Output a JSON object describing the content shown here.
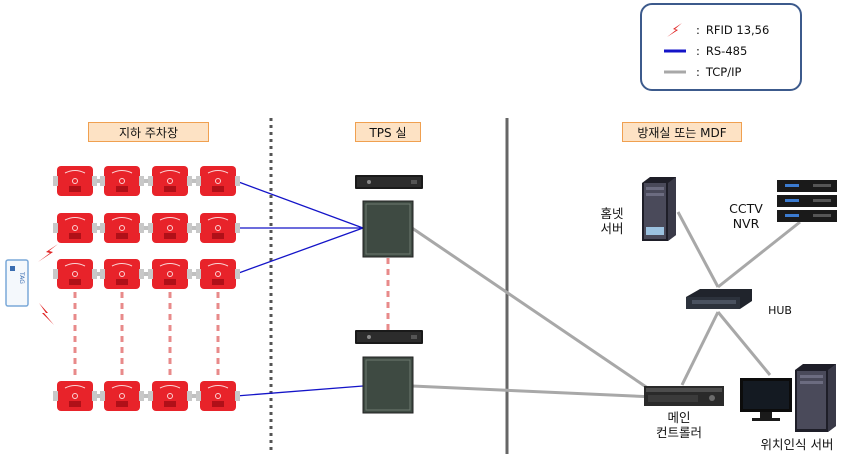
{
  "legend": {
    "rfid": "RFID 13,56",
    "rs485": "RS-485",
    "tcpip": "TCP/IP",
    "colon": ":",
    "colors": {
      "rfid": "#e02020",
      "rs485": "#1414c8",
      "tcpip": "#a8a8a8"
    }
  },
  "zones": {
    "parking": "지하 주차장",
    "tps": "TPS 실",
    "mdf": "방재실 또는 MDF"
  },
  "labels": {
    "homenet_server": "홈넷\n서버",
    "cctv_nvr": "CCTV\nNVR",
    "hub": "HUB",
    "main_controller": "메인\n컨트롤러",
    "location_server": "위치인식 서버"
  },
  "tag_device": "TAG",
  "colors": {
    "zone_fill": "#fde2c4",
    "zone_border": "#f0a050",
    "reader_red": "#e8232a",
    "divider_dotted": "#555555",
    "divider_solid": "#666666",
    "legend_border": "#3c5a8c"
  }
}
